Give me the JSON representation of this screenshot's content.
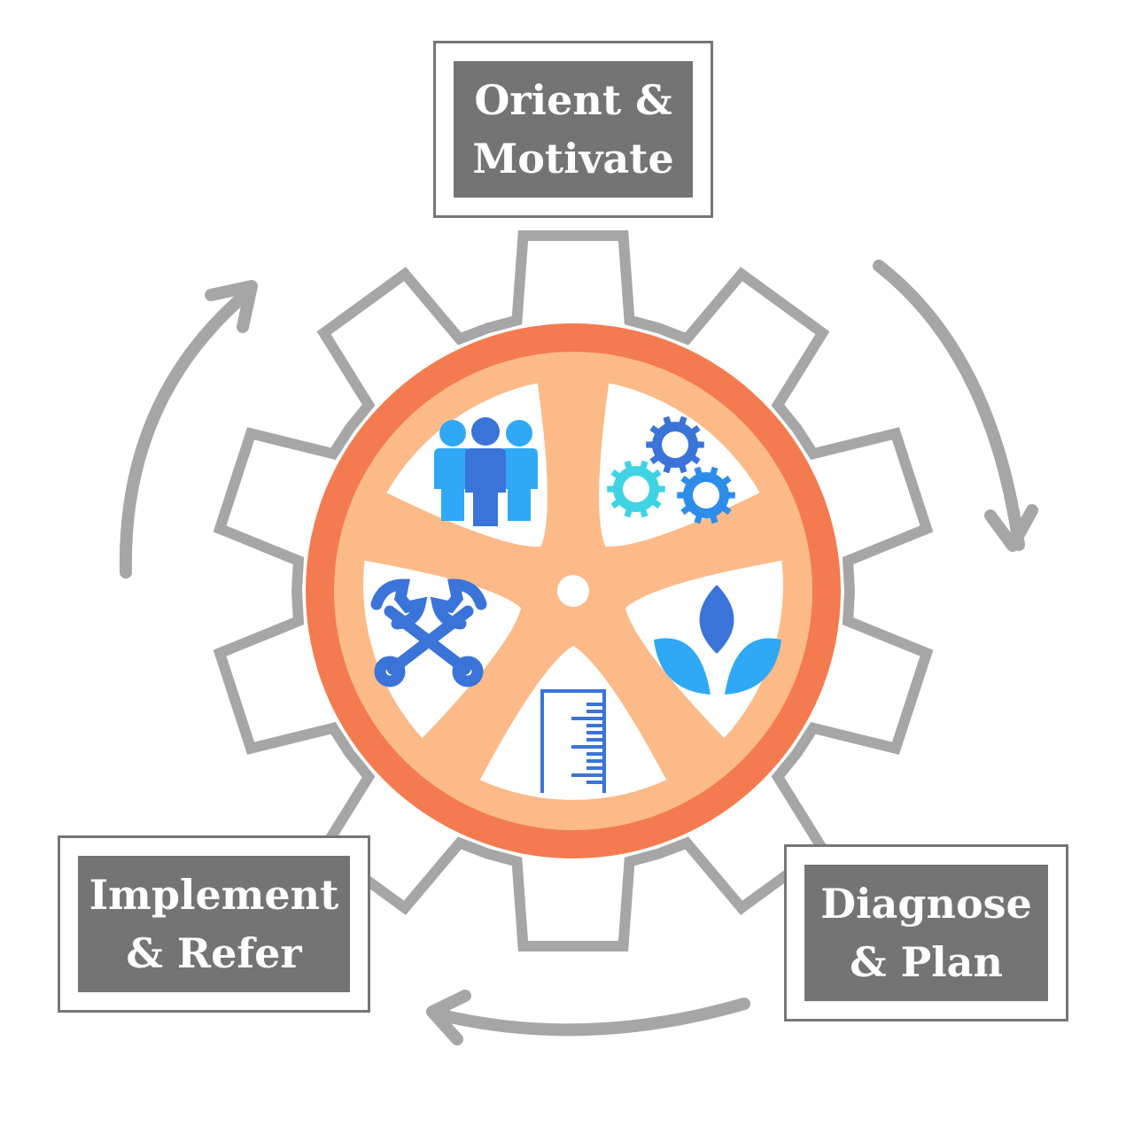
{
  "stages": [
    {
      "id": "orient",
      "lines": [
        "Orient &",
        "Motivate"
      ]
    },
    {
      "id": "diagnose",
      "lines": [
        "Diagnose",
        "& Plan"
      ]
    },
    {
      "id": "implement",
      "lines": [
        "Implement",
        "& Refer"
      ]
    }
  ],
  "icons": [
    "people-icon",
    "gears-icon",
    "sprout-icon",
    "ruler-icon",
    "wrench-icon"
  ],
  "colors": {
    "gear_outline": "#a6a6a6",
    "wheel_ring": "#f47b4f",
    "spokes": "#fcba88",
    "icon_dark_blue": "#3a74d8",
    "icon_light_blue": "#2fa9f5",
    "icon_cyan": "#3fd3e3",
    "label_fill": "#747474",
    "label_border": "#767676"
  }
}
